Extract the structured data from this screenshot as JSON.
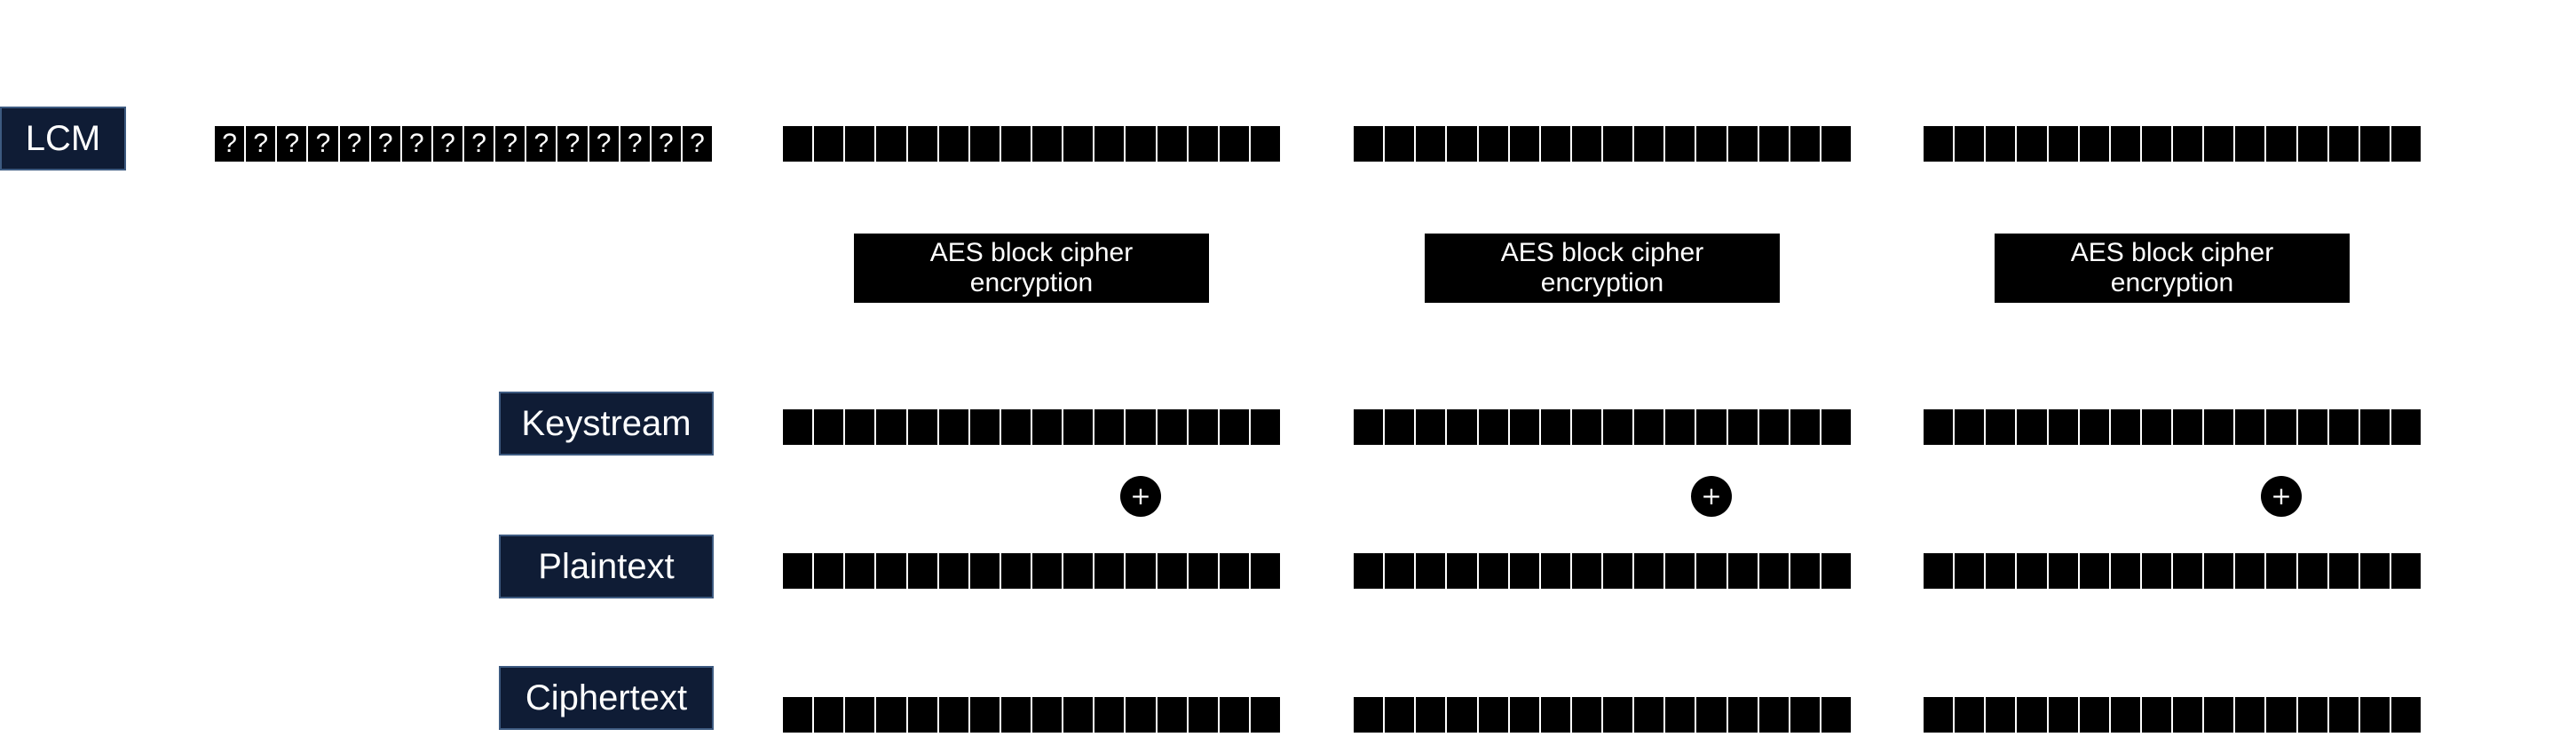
{
  "colors": {
    "label_background": "#0f1c35",
    "label_border": "#3d5a80",
    "block": "#000000",
    "text_on_dark": "#ffffff"
  },
  "labels": {
    "lcm": "LCM",
    "keystream": "Keystream",
    "plaintext": "Plaintext",
    "ciphertext": "Ciphertext"
  },
  "iv_block": {
    "cells": [
      "?",
      "?",
      "?",
      "?",
      "?",
      "?",
      "?",
      "?",
      "?",
      "?",
      "?",
      "?",
      "?",
      "?",
      "?",
      "?"
    ]
  },
  "columns": [
    {
      "aes_label": "AES block cipher\nencryption",
      "xor_symbol": "+"
    },
    {
      "aes_label": "AES block cipher\nencryption",
      "xor_symbol": "+"
    },
    {
      "aes_label": "AES block cipher\nencryption",
      "xor_symbol": "+"
    }
  ],
  "block_cell_count": 16
}
